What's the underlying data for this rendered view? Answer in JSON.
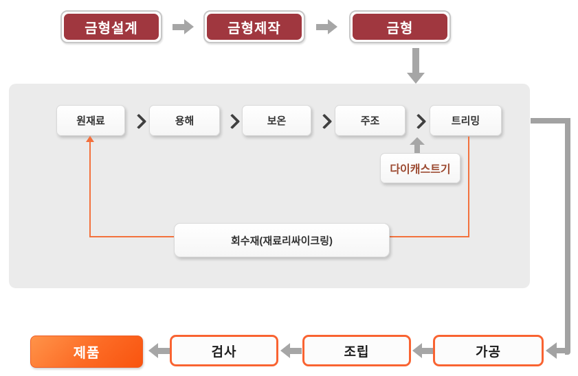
{
  "top_flow": {
    "items": [
      {
        "label": "금형설계"
      },
      {
        "label": "금형제작"
      },
      {
        "label": "금형"
      }
    ]
  },
  "casting_flow": {
    "items": [
      {
        "label": "원재료"
      },
      {
        "label": "용해"
      },
      {
        "label": "보온"
      },
      {
        "label": "주조"
      },
      {
        "label": "트리밍"
      }
    ]
  },
  "die_cast_machine": {
    "label": "다이캐스트기"
  },
  "recycle": {
    "label": "회수재(재료리싸이크링)"
  },
  "finishing_flow": {
    "items": [
      {
        "label": "제품"
      },
      {
        "label": "검사"
      },
      {
        "label": "조립"
      },
      {
        "label": "가공"
      }
    ]
  },
  "colors": {
    "maroon": "#A0373F",
    "orange": "#F96331",
    "orange_line": "#F3703C",
    "arrow_gray": "#A6A6A6",
    "panel_bg": "#EBEBEB"
  }
}
